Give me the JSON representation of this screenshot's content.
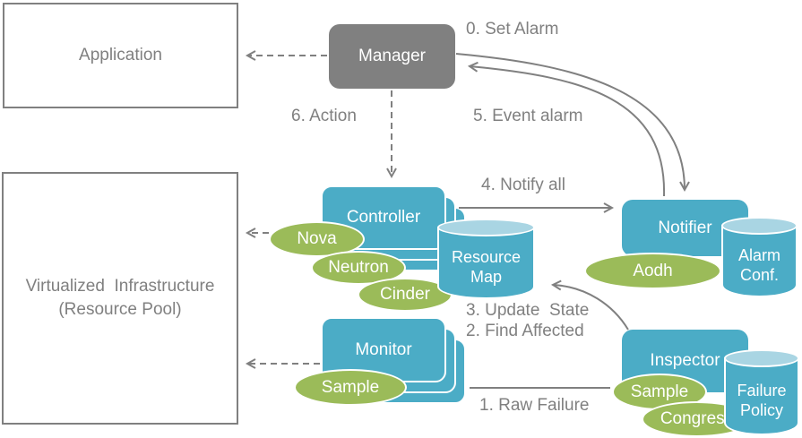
{
  "colors": {
    "node_gray": "#808080",
    "node_blue": "#4BACC6",
    "cylinder_top_blue": "#A9D5E3",
    "plugin_green": "#9BBB59",
    "line_gray": "#808080",
    "text_gray": "#808080",
    "text_on_shapes": "#FFFFFF"
  },
  "nodes": {
    "application": {
      "label": "Application"
    },
    "virtualized_infrastructure": {
      "label_line1": "Virtualized  Infrastructure",
      "label_line2": "(Resource Pool)"
    },
    "manager": {
      "label": "Manager"
    },
    "controller": {
      "label": "Controller"
    },
    "monitor": {
      "label": "Monitor"
    },
    "notifier": {
      "label": "Notifier"
    },
    "inspector": {
      "label": "Inspector"
    }
  },
  "plugins": {
    "nova": {
      "label": "Nova"
    },
    "neutron": {
      "label": "Neutron"
    },
    "cinder": {
      "label": "Cinder"
    },
    "aodh": {
      "label": "Aodh"
    },
    "monitor_sample": {
      "label": "Sample"
    },
    "inspector_sample": {
      "label": "Sample"
    },
    "congress": {
      "label": "Congress"
    }
  },
  "datastores": {
    "resource_map": {
      "line1": "Resource",
      "line2": "Map"
    },
    "alarm_conf": {
      "line1": "Alarm",
      "line2": "Conf."
    },
    "failure_policy": {
      "line1": "Failure",
      "line2": "Policy"
    }
  },
  "steps": {
    "step0": "0. Set Alarm",
    "step1": "1. Raw Failure",
    "step2": "2. Find Affected",
    "step3": "3. Update  State",
    "step4": "4. Notify all",
    "step5": "5. Event alarm",
    "step6": "6. Action"
  }
}
